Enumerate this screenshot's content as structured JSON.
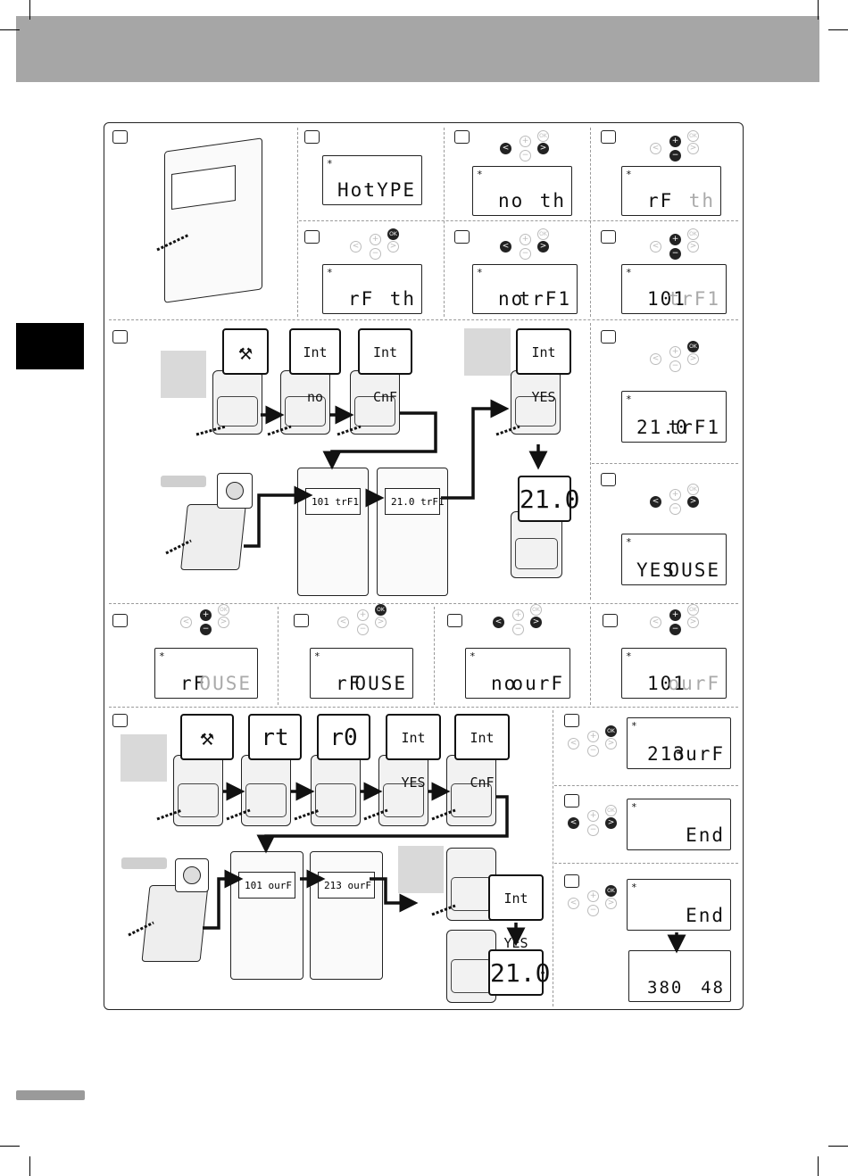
{
  "panels": {
    "p_typeh": {
      "left": "Hot",
      "right": "tYPE"
    },
    "p_noth": {
      "left": "no",
      "right": "th"
    },
    "p_rfth_dim": {
      "left": "rF",
      "right": "th"
    },
    "p_rfth": {
      "left": "rF",
      "right": "th"
    },
    "p_notrf1": {
      "left": "no",
      "right": "trF1"
    },
    "p_101trf1": {
      "left": "101",
      "right": "trF1"
    },
    "p_210trf1": {
      "left": "21.0",
      "right": "trF1"
    },
    "p_yesouse": {
      "left": "YES",
      "right": "OUSE"
    },
    "p_rfouse_dim": {
      "left": "rF",
      "right": "OUSE"
    },
    "p_rfouse": {
      "left": "rF",
      "right": "OUSE"
    },
    "p_noourf": {
      "left": "no",
      "right": "ourF"
    },
    "p_101ourf": {
      "left": "101",
      "right": "ourF"
    },
    "p_213ourf": {
      "left": "213",
      "right": "ourF"
    },
    "p_end1": {
      "right": "End"
    },
    "p_end2": {
      "right": "End"
    },
    "p_final": {
      "left": "380",
      "right": "48"
    }
  },
  "bubbles": {
    "b_int_no": "Int no",
    "b_int_cnf": "Int CnF",
    "b_int_yes": "Int YES",
    "b_210": "21.0",
    "b_rt": "rt",
    "b_r0": "r0",
    "b_int_yes2": "Int YES",
    "b_int_cnf2": "Int CnF",
    "b_int_yes3": "Int YES",
    "b_210b": "21.0"
  },
  "controllers": {
    "c1": "101 trF1",
    "c2": "21.0 trF1",
    "c3": "101 ourF",
    "c4": "213 ourF"
  },
  "buttons": {
    "ok": "OK",
    "plus": "+",
    "minus": "−",
    "left": "<",
    "right": ">"
  },
  "icons": {
    "tools": "tools-icon",
    "asterisk": "*"
  }
}
